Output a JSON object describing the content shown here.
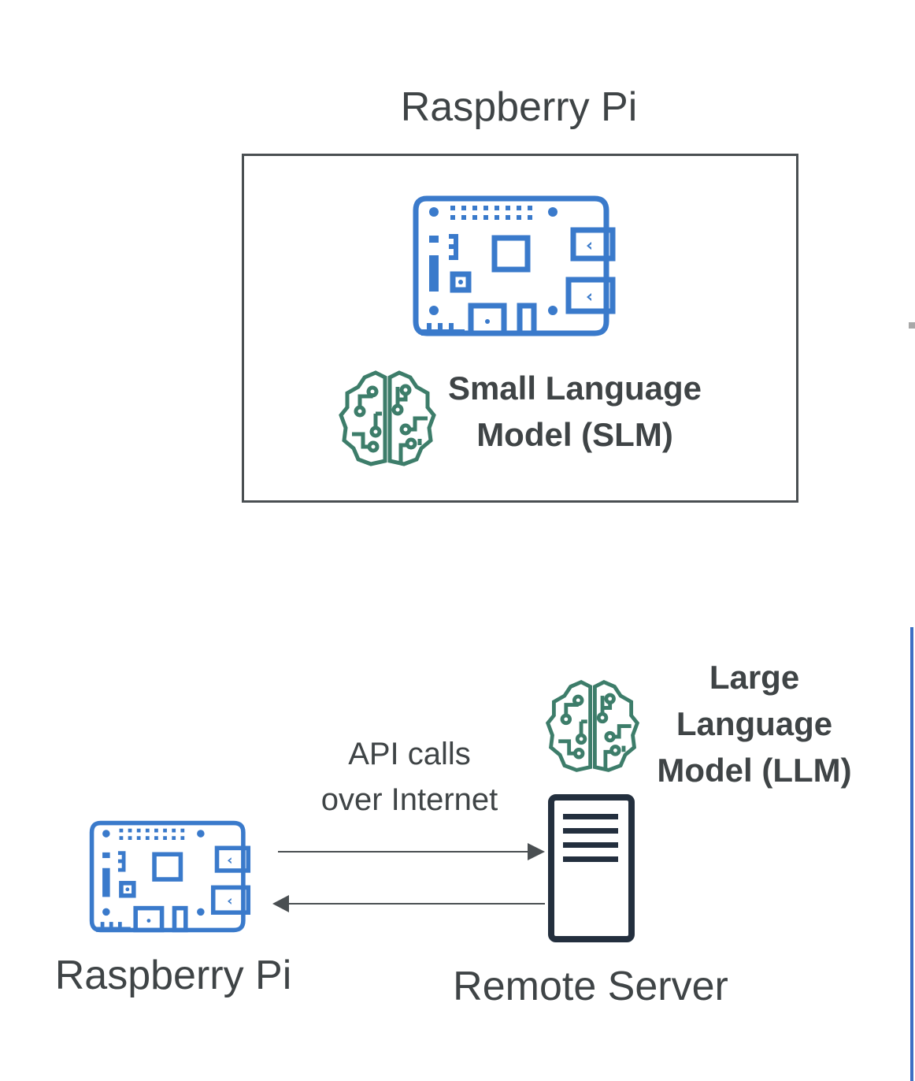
{
  "colors": {
    "pi_icon": "#3a7acb",
    "brain_icon": "#3d7d6a",
    "server_icon": "#232f3e",
    "text": "#3f4446",
    "box_border": "#4a4f52",
    "arrow": "#4a4f52",
    "divider": "#3b6fc4"
  },
  "top_section": {
    "title": "Raspberry Pi",
    "device_icon": "raspberry-pi-icon",
    "model_icon": "brain-circuit-icon",
    "model_label_line1": "Small Language",
    "model_label_line2": "Model (SLM)"
  },
  "bottom_section": {
    "client": {
      "icon": "raspberry-pi-icon",
      "label": "Raspberry Pi"
    },
    "connection": {
      "label_line1": "API calls",
      "label_line2": "over Internet",
      "arrows": [
        "request",
        "response"
      ]
    },
    "server": {
      "icon": "server-icon",
      "label": "Remote Server",
      "model_icon": "brain-circuit-icon",
      "model_label_line1": "Large",
      "model_label_line2": "Language",
      "model_label_line3": "Model (LLM)"
    }
  }
}
